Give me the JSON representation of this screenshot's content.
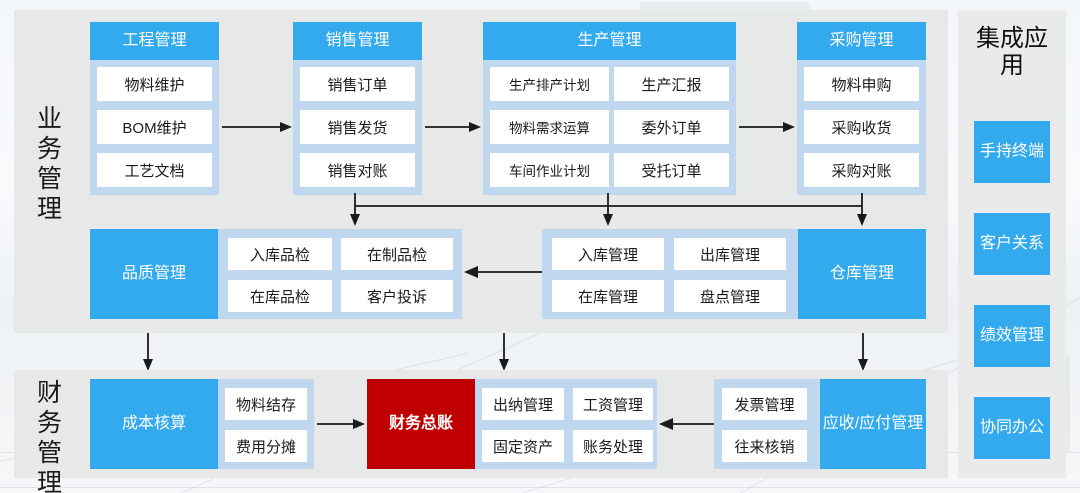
{
  "diagram": {
    "sections": [
      {
        "id": "business",
        "label": "业务管理"
      },
      {
        "id": "finance",
        "label": "财务管理"
      }
    ],
    "business_groups": [
      {
        "id": "engineering",
        "title": "工程管理",
        "items": [
          "物料维护",
          "BOM维护",
          "工艺文档"
        ]
      },
      {
        "id": "sales",
        "title": "销售管理",
        "items": [
          "销售订单",
          "销售发货",
          "销售对账"
        ]
      },
      {
        "id": "production",
        "title": "生产管理",
        "items": [
          "生产排产计划",
          "生产汇报",
          "物料需求运算",
          "委外订单",
          "车间作业计划",
          "受托订单"
        ]
      },
      {
        "id": "purchasing",
        "title": "采购管理",
        "items": [
          "物料申购",
          "采购收货",
          "采购对账"
        ]
      },
      {
        "id": "quality",
        "title": "品质管理",
        "items": [
          "入库品检",
          "在制品检",
          "在库品检",
          "客户投诉"
        ]
      },
      {
        "id": "warehouse",
        "title": "仓库管理",
        "items": [
          "入库管理",
          "出库管理",
          "在库管理",
          "盘点管理"
        ]
      }
    ],
    "finance_groups": [
      {
        "id": "cost-accounting",
        "title": "成本核算",
        "items": [
          "物料结存",
          "费用分摊"
        ]
      },
      {
        "id": "general-ledger",
        "title": "财务总账",
        "items": [
          "出纳管理",
          "工资管理",
          "固定资产",
          "账务处理"
        ]
      },
      {
        "id": "receivable-payable",
        "title": "应收/应付管理",
        "items": [
          "发票管理",
          "往来核销"
        ]
      }
    ],
    "apps": {
      "title": "集成应用",
      "items": [
        "手持终端",
        "客户关系",
        "绩效管理",
        "协同办公"
      ]
    },
    "colors": {
      "accent_blue": "#33aaee",
      "group_fill": "#bfd8ef",
      "panel_gray": "#e7e8e8",
      "ledger_red": "#c00000",
      "card_white": "#ffffff"
    }
  }
}
